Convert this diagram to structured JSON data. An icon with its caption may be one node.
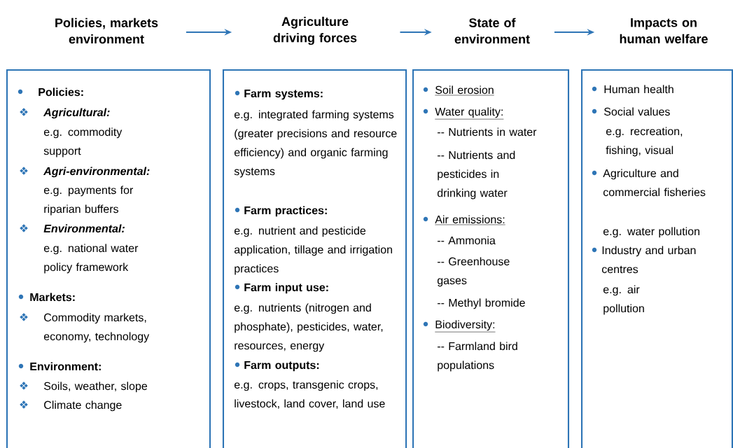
{
  "diagram": {
    "nodes": [
      {
        "text": [
          "Policies, markets environment",
          "Policies:",
          "Agricultural:",
          "e.g. commodity support",
          "Agri-environmental:",
          "e.g. payments for riparian buffers",
          "Environmental:",
          "e.g. national water policy framework",
          "Markets:",
          "Commodity markets, economy, technology",
          "Environment:",
          "Soils,  weather, slope",
          "Climate change"
        ]
      },
      {
        "text": [
          "Agriculture driving forces",
          "Farm systems:",
          "e.g. integrated farming systems (greater precisions and resource efficiency) and organic farming systems",
          "Farm practices:",
          "e.g. nutrient and pesticide application, tillage and irrigation practices",
          "Farm input use:",
          "e.g. nutrients (nitrogen and phosphate), pesticides, water, resources, energy",
          "Farm  outputs:",
          "e.g. crops, transgenic crops, livestock, land cover, land use"
        ]
      },
      {
        "text": [
          "State of environment",
          "Soil erosion",
          "Water quality:",
          "-- Nutrients in water",
          "-- Nutrients and pesticides in drinking water",
          "Air emissions:",
          "-- Ammonia",
          "-- Greenhouse gases",
          "-- Methyl bromide",
          "Biodiversity:",
          "-- Farmland bird populations"
        ]
      },
      {
        "text": [
          "Impacts on human welfare",
          "Human health",
          "Social values",
          "e.g. recreation, fishing, visual",
          "Agriculture and  commercial fisheries",
          "e.g. water pollution",
          "Industry and urban centres",
          "e.g. air pollution"
        ]
      }
    ],
    "edges": [
      {
        "from": 0,
        "to": 1,
        "arrow": "to"
      },
      {
        "from": 1,
        "to": 2,
        "arrow": "to"
      },
      {
        "from": 2,
        "to": 3,
        "arrow": "to"
      }
    ]
  }
}
